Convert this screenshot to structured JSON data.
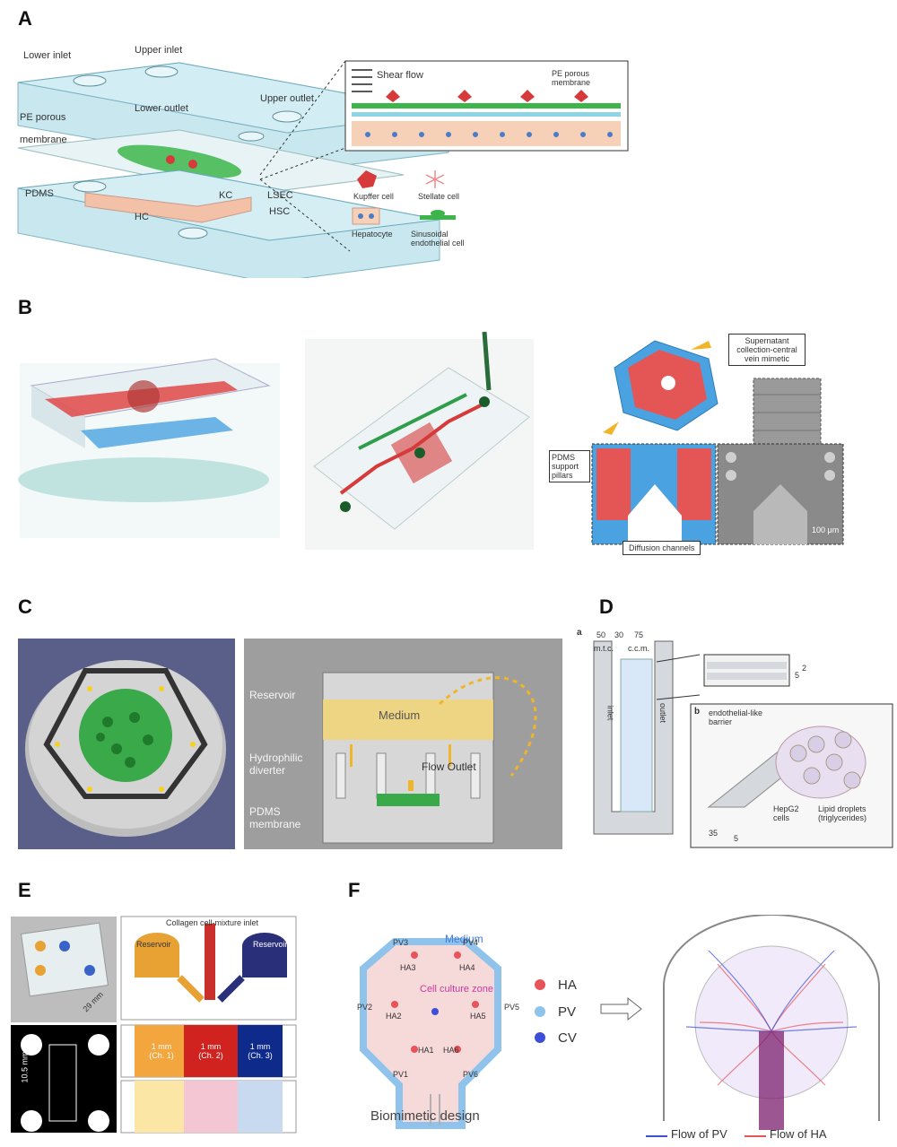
{
  "panels": {
    "A": {
      "letter": "A",
      "labels": {
        "lower_inlet": "Lower inlet",
        "upper_inlet": "Upper inlet",
        "upper_outlet": "Upper outlet",
        "lower_outlet": "Lower outlet",
        "pe_porous": "PE porous",
        "membrane": "membrane",
        "pdms": "PDMS",
        "kc": "KC",
        "lsec": "LSEC",
        "hsc": "HSC",
        "hc": "HC",
        "shear_flow": "Shear flow",
        "pe_porous_membrane": "PE porous membrane",
        "kupffer": "Kupffer cell",
        "stellate": "Stellate cell",
        "hepatocyte": "Hepatocyte",
        "sinusoidal": "Sinusoidal endothelial cell"
      }
    },
    "B": {
      "letter": "B",
      "labels": {
        "supernatant": "Supernatant collection-central vein mimetic",
        "pdms_support": "PDMS support pillars",
        "diffusion": "Diffusion channels",
        "scale": "100 μm"
      }
    },
    "C": {
      "letter": "C",
      "labels": {
        "reservoir": "Reservoir",
        "medium": "Medium",
        "hydrophilic": "Hydrophilic diverter",
        "flow_outlet": "Flow Outlet",
        "pdms_membrane": "PDMS membrane"
      }
    },
    "D": {
      "letter": "D",
      "labels": {
        "sub_a": "a",
        "sub_b": "b",
        "dim_50": "50",
        "dim_30": "30",
        "dim_75": "75",
        "mtc": "m.t.c.",
        "ccm": "c.c.m.",
        "inlet": "inlet",
        "outlet": "outlet",
        "dim_5": "5",
        "dim_2": "2",
        "dim_35": "35",
        "dim_5b": "5",
        "endothelial": "endothelial-like barrier",
        "hepg2": "HepG2 cells",
        "lipid": "Lipid droplets (triglycerides)"
      }
    },
    "E": {
      "letter": "E",
      "labels": {
        "collagen": "Collagen cell-mixture inlet",
        "reservoir_left": "Reservoir",
        "reservoir_right": "Reservoir",
        "dim_29": "29 mm",
        "dim_105": "10.5 mm",
        "ch1": "1 mm (Ch. 1)",
        "ch2": "1 mm (Ch. 2)",
        "ch3": "1 mm (Ch. 3)"
      }
    },
    "F": {
      "letter": "F",
      "labels": {
        "medium": "Medium",
        "zone": "Cell culture zone",
        "pv1": "PV1",
        "pv2": "PV2",
        "pv3": "PV3",
        "pv4": "PV4",
        "pv5": "PV5",
        "pv6": "PV6",
        "ha1": "HA1",
        "ha2": "HA2",
        "ha3": "HA3",
        "ha4": "HA4",
        "ha5": "HA5",
        "ha6": "HA6",
        "legend_ha": "HA",
        "legend_pv": "PV",
        "legend_cv": "CV",
        "design": "Biomimetic design",
        "flow_pv": "Flow of PV",
        "flow_ha": "Flow of HA"
      },
      "colors": {
        "ha": "#e8545a",
        "pv": "#8fc3ec",
        "cv": "#3d4fd6"
      }
    }
  }
}
